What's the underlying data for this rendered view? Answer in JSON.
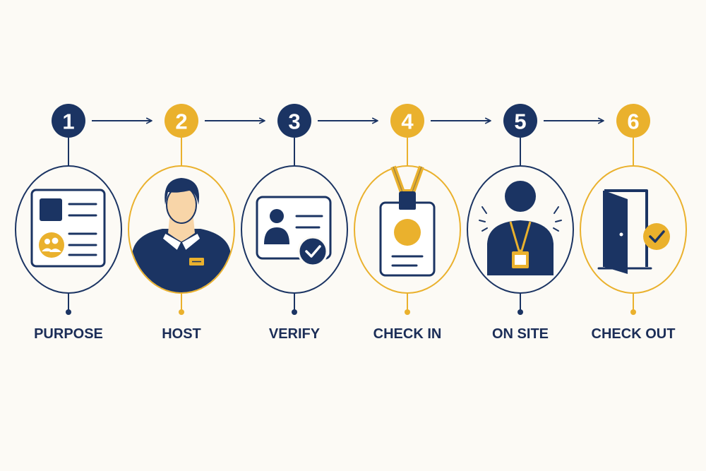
{
  "colors": {
    "navy": "#1b3463",
    "gold": "#eab12d",
    "background": "#fcfaf5",
    "label": "#1b2d57"
  },
  "steps": [
    {
      "number": "1",
      "label": "PURPOSE",
      "accent": "navy",
      "icon": "form-document-icon"
    },
    {
      "number": "2",
      "label": "HOST",
      "accent": "gold",
      "icon": "host-person-icon"
    },
    {
      "number": "3",
      "label": "VERIFY",
      "accent": "navy",
      "icon": "id-card-check-icon"
    },
    {
      "number": "4",
      "label": "CHECK IN",
      "accent": "gold",
      "icon": "lanyard-badge-icon"
    },
    {
      "number": "5",
      "label": "ON SITE",
      "accent": "navy",
      "icon": "visitor-with-badge-icon"
    },
    {
      "number": "6",
      "label": "CHECK OUT",
      "accent": "gold",
      "icon": "exit-door-check-icon"
    }
  ]
}
